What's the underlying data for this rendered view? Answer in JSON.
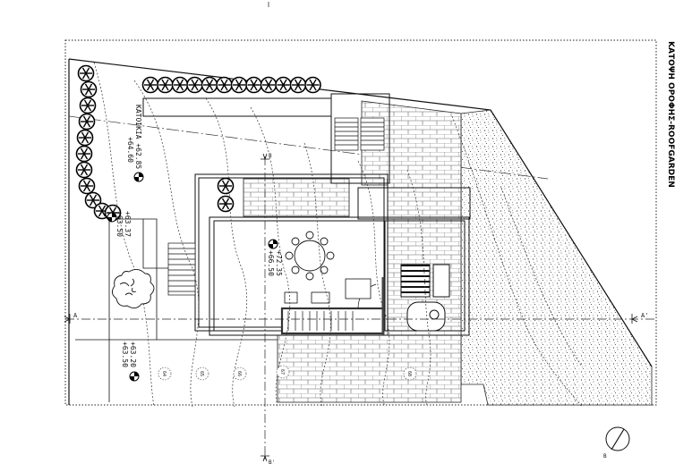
{
  "drawing": {
    "title": "ΚΑΤΟΨΗ ΟΡΟΦΗΣ-ROOFGARDEN",
    "levels": {
      "upper_left": [
        "ΚΑΤΟΙΚΙΑ +62.85",
        "+64.60"
      ],
      "mid_left": [
        "+63.37",
        "+63.50"
      ],
      "terrace": [
        "+72.35",
        "+66.50"
      ],
      "lower_left": [
        "+63.20",
        "+63.50"
      ]
    },
    "contours": [
      "64",
      "65",
      "66",
      "67",
      "68"
    ],
    "section_marks": {
      "a": "A",
      "a_prime": "A'",
      "b": "B",
      "b_prime": "B'"
    },
    "north_arrow": "B"
  },
  "colors": {
    "line": "#111111",
    "hatch": "#555555",
    "bg": "#ffffff"
  }
}
